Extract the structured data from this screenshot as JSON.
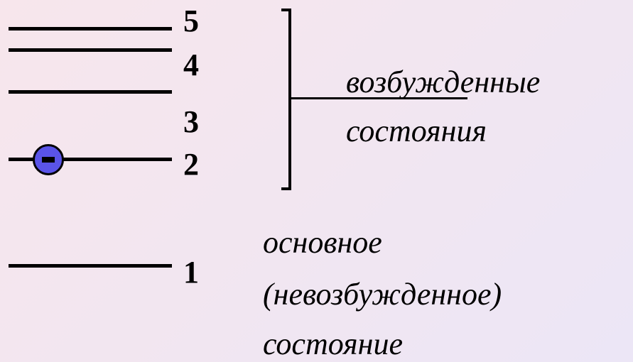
{
  "levels": [
    {
      "number": "5"
    },
    {
      "number": "4"
    },
    {
      "number": "3"
    },
    {
      "number": "2"
    },
    {
      "number": "1"
    }
  ],
  "electron": {
    "symbol": "-",
    "level": "2"
  },
  "excited": {
    "line1": "возбужденные",
    "line2": "состояния"
  },
  "ground": {
    "line1": "основное",
    "line2": "(невозбужденное)",
    "line3": "состояние"
  },
  "colors": {
    "electron": "#5a54e8",
    "lines": "#000000"
  }
}
